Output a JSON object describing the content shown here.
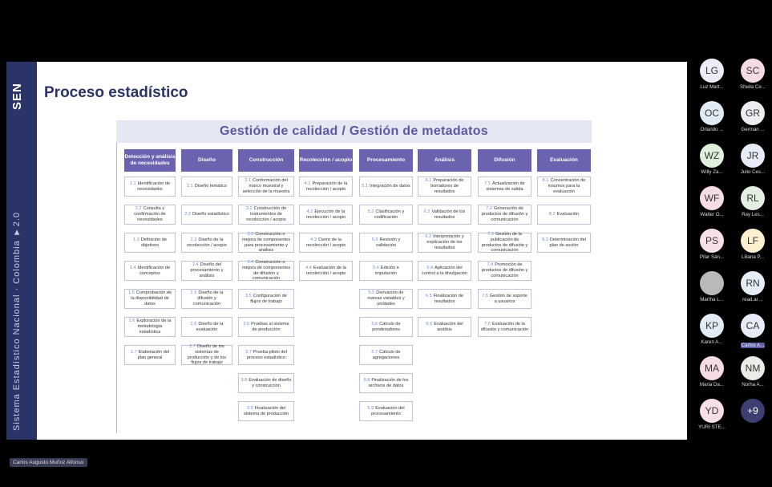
{
  "slide": {
    "brand": "SEN",
    "vertical_text": "Sistema Estadístico Nacional · Colombia ▼2.0",
    "title": "Proceso estadístico",
    "board_title": "Gestión de calidad / Gestión de metadatos"
  },
  "columns": [
    {
      "header": "Detección y análisis de necesidades",
      "items": [
        {
          "num": "1.1",
          "text": "Identificación de necesidades"
        },
        {
          "num": "1.2",
          "text": "Consulta y confirmación de necesidades"
        },
        {
          "num": "1.3",
          "text": "Definición de objetivos"
        },
        {
          "num": "1.4",
          "text": "Identificación de conceptos"
        },
        {
          "num": "1.5",
          "text": "Comprobación de la disponibilidad de datos"
        },
        {
          "num": "1.6",
          "text": "Exploración de la metodología estadística"
        },
        {
          "num": "1.7",
          "text": "Elaboración del plan general"
        }
      ]
    },
    {
      "header": "Diseño",
      "items": [
        {
          "num": "2.1",
          "text": "Diseño temático"
        },
        {
          "num": "2.2",
          "text": "Diseño estadístico"
        },
        {
          "num": "2.3",
          "text": "Diseño de la recolección / acopio"
        },
        {
          "num": "2.4",
          "text": "Diseño del procesamiento y análisis"
        },
        {
          "num": "2.5",
          "text": "Diseño de la difusión y comunicación"
        },
        {
          "num": "2.6",
          "text": "Diseño de la evaluación"
        },
        {
          "num": "2.7",
          "text": "Diseño de los sistemas de producción y de los flujos de trabajo"
        }
      ]
    },
    {
      "header": "Construcción",
      "items": [
        {
          "num": "3.1",
          "text": "Conformación del marco muestral y selección de la muestra"
        },
        {
          "num": "3.2",
          "text": "Construcción de instrumentos de recolección / acopio"
        },
        {
          "num": "3.3",
          "text": "Construcción o mejora de componentes para procesamiento y análisis"
        },
        {
          "num": "3.4",
          "text": "Construcción o mejora de componentes de difusión y comunicación"
        },
        {
          "num": "3.5",
          "text": "Configuración de flujos de trabajo"
        },
        {
          "num": "3.6",
          "text": "Pruebas al sistema de producción"
        },
        {
          "num": "3.7",
          "text": "Prueba piloto del proceso estadístico"
        },
        {
          "num": "3.8",
          "text": "Evaluación de diseño y construcción"
        },
        {
          "num": "3.9",
          "text": "Finalización del sistema de producción"
        }
      ]
    },
    {
      "header": "Recolección / acopio",
      "items": [
        {
          "num": "4.1",
          "text": "Preparación de la recolección / acopio"
        },
        {
          "num": "4.2",
          "text": "Ejecución de la recolección / acopio"
        },
        {
          "num": "4.3",
          "text": "Cierre de la recolección / acopio"
        },
        {
          "num": "4.4",
          "text": "Evaluación de la recolección / acopio"
        }
      ]
    },
    {
      "header": "Procesamiento",
      "items": [
        {
          "num": "5.1",
          "text": "Integración de datos"
        },
        {
          "num": "5.2",
          "text": "Clasificación y codificación"
        },
        {
          "num": "5.3",
          "text": "Revisión y validación"
        },
        {
          "num": "5.4",
          "text": "Edición e imputación"
        },
        {
          "num": "5.5",
          "text": "Derivación de nuevas variables y unidades"
        },
        {
          "num": "5.6",
          "text": "Cálculo de ponderadores"
        },
        {
          "num": "5.7",
          "text": "Cálculo de agregaciones"
        },
        {
          "num": "5.8",
          "text": "Finalización de los archivos de datos"
        },
        {
          "num": "5.9",
          "text": "Evaluación del procesamiento"
        }
      ]
    },
    {
      "header": "Análisis",
      "items": [
        {
          "num": "6.1",
          "text": "Preparación de borradores de resultados"
        },
        {
          "num": "6.2",
          "text": "Validación de los resultados"
        },
        {
          "num": "6.3",
          "text": "Interpretación y explicación de los resultados"
        },
        {
          "num": "6.4",
          "text": "Aplicación del control a la divulgación"
        },
        {
          "num": "6.5",
          "text": "Finalización de resultados"
        },
        {
          "num": "6.6",
          "text": "Evaluación del análisis"
        }
      ]
    },
    {
      "header": "Difusión",
      "items": [
        {
          "num": "7.1",
          "text": "Actualización de sistemas de salida"
        },
        {
          "num": "7.2",
          "text": "Generación de productos de difusión y comunicación"
        },
        {
          "num": "7.3",
          "text": "Gestión de la publicación de productos de difusión y comunicación"
        },
        {
          "num": "7.4",
          "text": "Promoción de productos de difusión y comunicación"
        },
        {
          "num": "7.5",
          "text": "Gestión de soporte a usuarios"
        },
        {
          "num": "7.6",
          "text": "Evaluación de la difusión y comunicación"
        }
      ]
    },
    {
      "header": "Evaluación",
      "items": [
        {
          "num": "8.1",
          "text": "Concentración de insumos para la evaluación"
        },
        {
          "num": "8.2",
          "text": "Evaluación"
        },
        {
          "num": "8.3",
          "text": "Determinación del plan de acción"
        }
      ]
    }
  ],
  "participants": [
    {
      "initials": "LG",
      "name": "Luz Mart...",
      "color": "#ececf6",
      "active": false
    },
    {
      "initials": "SC",
      "name": "Sheila Ce...",
      "color": "#f6dbe3",
      "active": false
    },
    {
      "initials": "OC",
      "name": "Orlando ...",
      "color": "#e1ebf4",
      "active": false
    },
    {
      "initials": "GR",
      "name": "German ...",
      "color": "#ececf2",
      "active": false
    },
    {
      "initials": "WZ",
      "name": "Willy Za...",
      "color": "#dff0dd",
      "active": false
    },
    {
      "initials": "JR",
      "name": "Julio Ces...",
      "color": "#e6ecf8",
      "active": false
    },
    {
      "initials": "WF",
      "name": "Walter O...",
      "color": "#f6dce4",
      "active": false
    },
    {
      "initials": "RL",
      "name": "Ray Les...",
      "color": "#e3f0e1",
      "active": false
    },
    {
      "initials": "PS",
      "name": "Pilar Sán...",
      "color": "#f7e1e6",
      "active": false
    },
    {
      "initials": "LF",
      "name": "Liliana P...",
      "color": "#fbf0d0",
      "active": false
    },
    {
      "initials": "",
      "name": "Martha L...",
      "color": "#b9b9b9",
      "active": false
    },
    {
      "initials": "RN",
      "name": "read.ai ...",
      "color": "#e5edf7",
      "active": false
    },
    {
      "initials": "KP",
      "name": "Karen A...",
      "color": "#e3ebf5",
      "active": false
    },
    {
      "initials": "CA",
      "name": "Carlos A...",
      "color": "#e6ecf8",
      "active": true
    },
    {
      "initials": "MA",
      "name": "Maria Da...",
      "color": "#f5dbe6",
      "active": false
    },
    {
      "initials": "NM",
      "name": "Norha A...",
      "color": "#ecebe6",
      "active": false
    },
    {
      "initials": "YD",
      "name": "YURI STE...",
      "color": "#f7dde4",
      "active": false
    },
    {
      "initials": "+9",
      "name": "",
      "color": "#3c3f70",
      "active": false
    }
  ],
  "presenter_name": "Carlos Augusto Muñoz Alfonso"
}
